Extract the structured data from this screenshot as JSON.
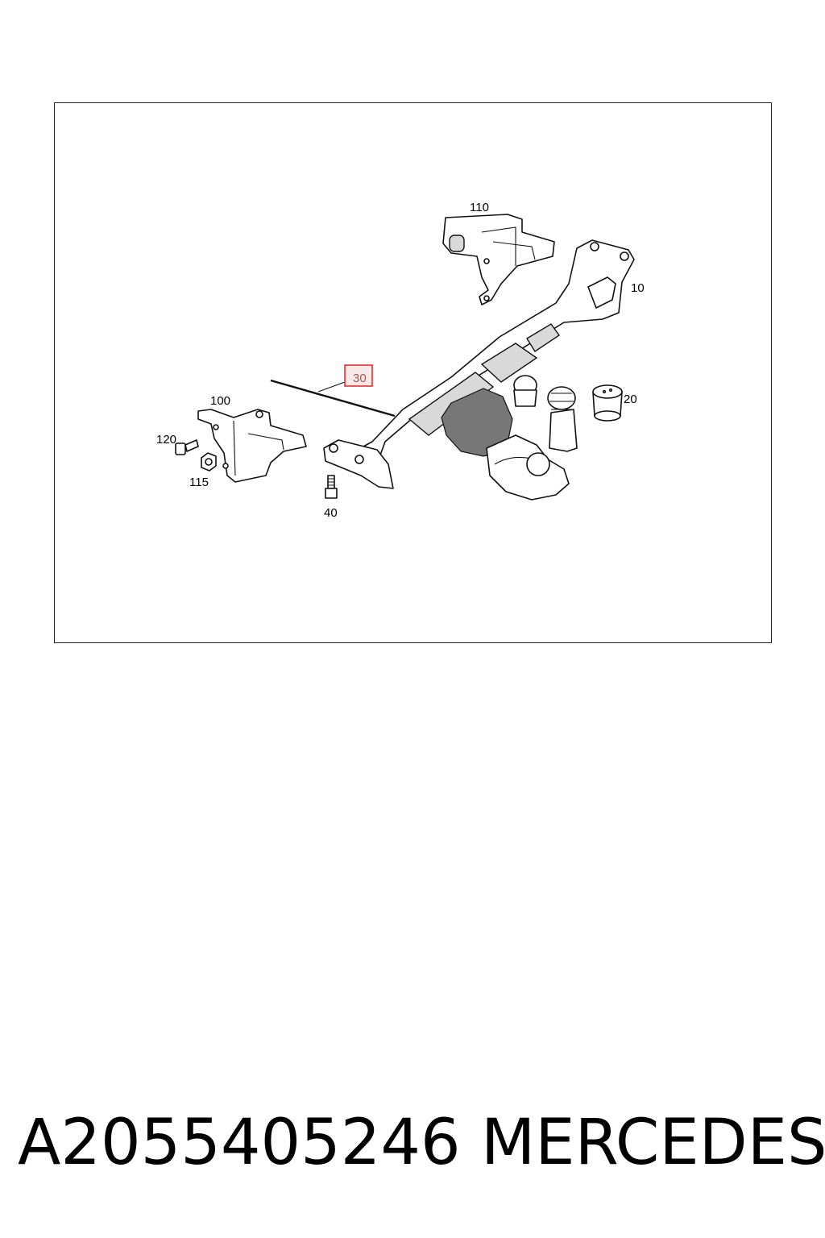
{
  "diagram": {
    "callouts": {
      "c10": "10",
      "c20": "20",
      "c30": "30",
      "c40": "40",
      "c100": "100",
      "c110": "110",
      "c115": "115",
      "c120": "120"
    },
    "highlight_color": "#e53030"
  },
  "footer": {
    "part_number": "A2055405246",
    "brand": "MERCEDES"
  }
}
